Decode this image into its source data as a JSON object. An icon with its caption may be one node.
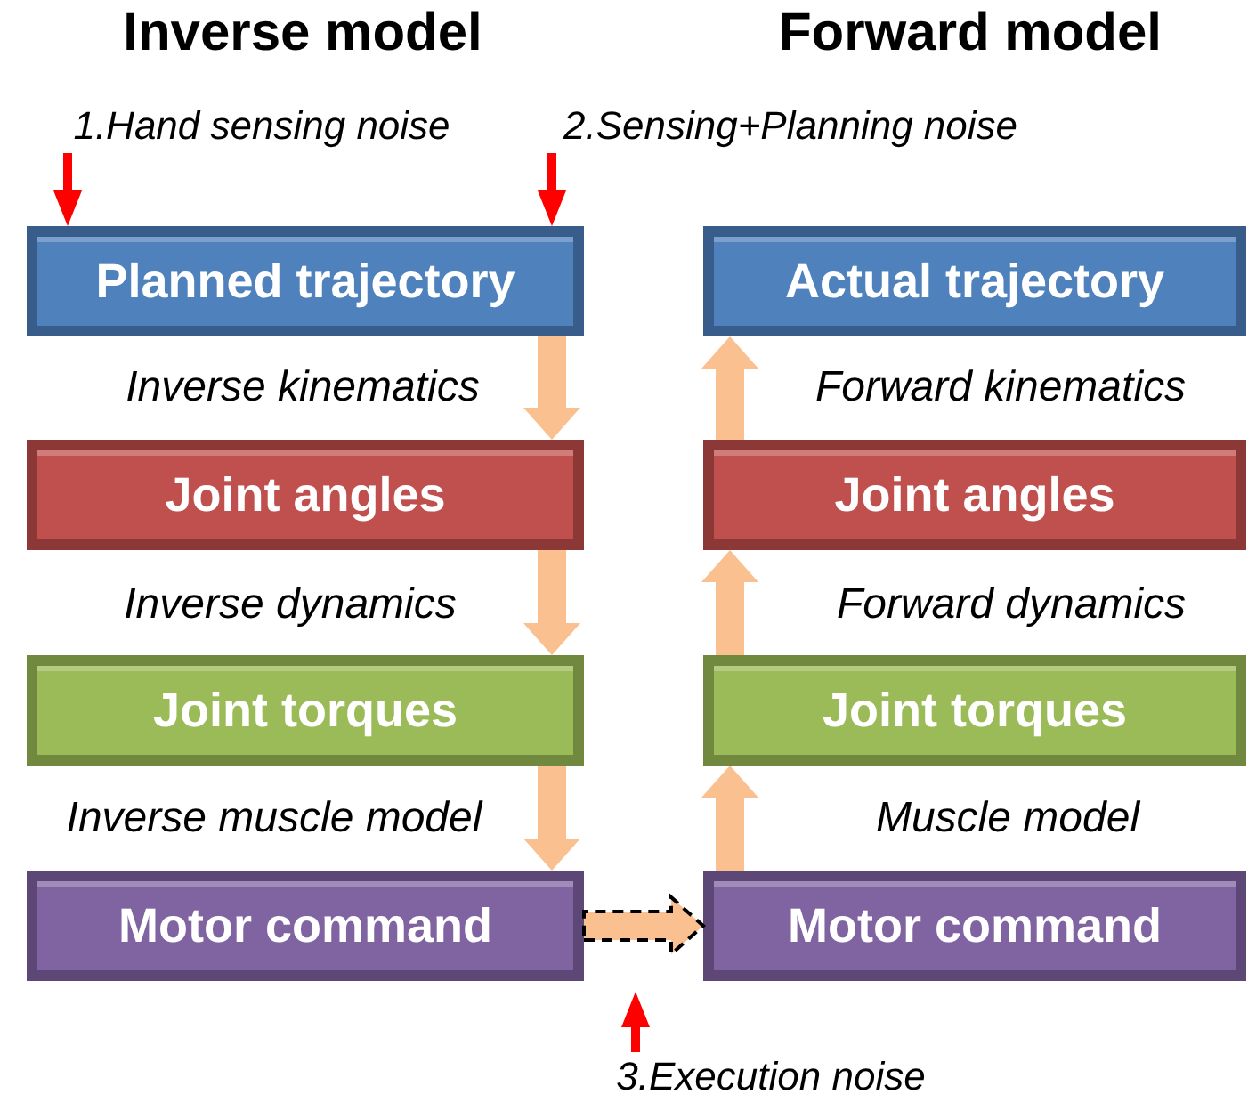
{
  "diagram": {
    "nodes": [
      {
        "text": [
          "Planned trajectory"
        ]
      },
      {
        "text": [
          "Joint angles"
        ]
      },
      {
        "text": [
          "Joint torques"
        ]
      },
      {
        "text": [
          "Motor command"
        ]
      },
      {
        "text": [
          "Actual trajectory"
        ]
      },
      {
        "text": [
          "Joint angles"
        ]
      },
      {
        "text": [
          "Joint torques"
        ]
      },
      {
        "text": [
          "Motor command"
        ]
      },
      {
        "text": [
          "1.Hand sensing noise"
        ]
      },
      {
        "text": [
          "2.Sensing+Planning noise"
        ]
      },
      {
        "text": [
          "3.Execution noise"
        ]
      }
    ],
    "edges": [
      {
        "from": 0,
        "to": 1,
        "arrow": "to",
        "label": "Inverse kinematics",
        "style": "thick"
      },
      {
        "from": 1,
        "to": 2,
        "arrow": "to",
        "label": "Inverse dynamics",
        "style": "thick"
      },
      {
        "from": 2,
        "to": 3,
        "arrow": "to",
        "label": "Inverse muscle model",
        "style": "thick"
      },
      {
        "from": 3,
        "to": 7,
        "arrow": "to",
        "style": "dashed"
      },
      {
        "from": 7,
        "to": 6,
        "arrow": "to",
        "label": "Muscle model",
        "style": "thick"
      },
      {
        "from": 6,
        "to": 5,
        "arrow": "to",
        "label": "Forward dynamics",
        "style": "thick"
      },
      {
        "from": 5,
        "to": 4,
        "arrow": "to",
        "label": "Forward kinematics",
        "style": "thick"
      },
      {
        "from": 8,
        "to": 0,
        "arrow": "to",
        "color": "#ff0000"
      },
      {
        "from": 9,
        "to": 0,
        "arrow": "to",
        "color": "#ff0000"
      },
      {
        "from": 10,
        "to": null,
        "arrow": "to",
        "color": "#ff0000"
      }
    ],
    "labels": [
      "Inverse model",
      "Forward model"
    ]
  }
}
